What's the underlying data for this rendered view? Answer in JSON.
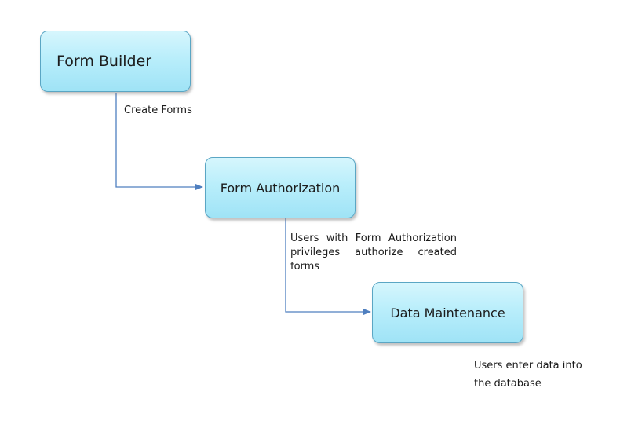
{
  "nodes": {
    "form_builder": "Form Builder",
    "form_authorization": "Form Authorization",
    "data_maintenance": "Data Maintenance"
  },
  "edges": {
    "builder_to_authorization": "Create Forms",
    "authorization_to_maintenance": "Users with Form Authorization privileges authorize created forms"
  },
  "notes": {
    "data_maintenance_note": "Users enter data into the database"
  },
  "colors": {
    "node_fill": "#b9eefb",
    "node_border": "#5aa6c4",
    "connector": "#4f7fbf"
  }
}
